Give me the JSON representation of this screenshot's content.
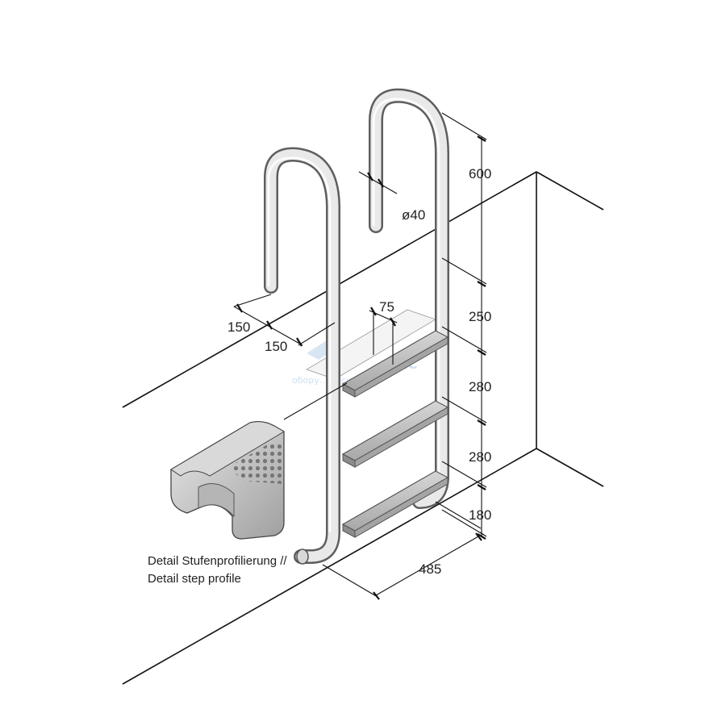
{
  "dimensions": {
    "height_top": "600",
    "height_2": "250",
    "height_3": "280",
    "height_4": "280",
    "height_bottom": "180",
    "tube_diameter": "ø40",
    "step_depth": "75",
    "offset_1": "150",
    "offset_2": "150",
    "width": "485"
  },
  "detail_caption": {
    "line1": "Detail Stufenprofilierung //",
    "line2": "Detail step profile"
  },
  "watermark": {
    "line1": "БА",
    "line2": "ВИС",
    "line3": "обору... бассейнов"
  },
  "colors": {
    "tube_light": "#e4e4e4",
    "tube_dark": "#8a8a8a",
    "step_top": "#c8c8c8",
    "step_side": "#9a9a9a",
    "line": "#111111"
  }
}
